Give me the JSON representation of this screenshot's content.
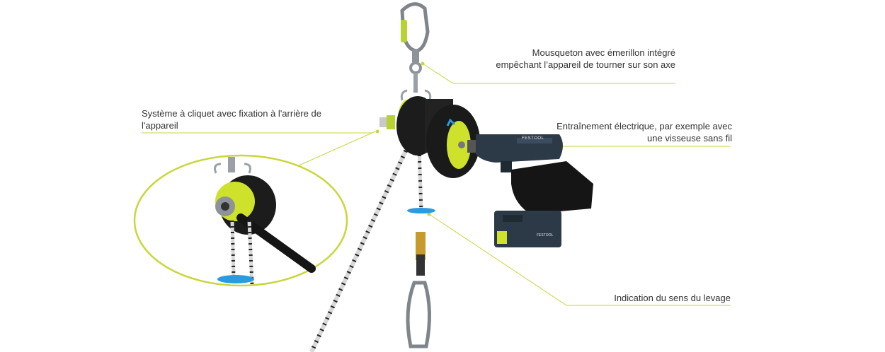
{
  "colors": {
    "accent": "#c9d63a",
    "device_body": "#1c1c1c",
    "lime": "#cfe22b",
    "blue_marker": "#2a9be0",
    "text": "#333333"
  },
  "callouts": {
    "carabiner": "Mousqueton avec émerillon intégré empêchant l’appareil de tourner sur son axe",
    "ratchet": "Système à cliquet avec fixation à l'arrière de l'appareil",
    "drive": "Entraînement électrique, par exemple avec une visseuse sans fil",
    "direction": "Indication du sens du levage"
  },
  "drill_brand": "FESTOOL",
  "battery_brand": "FESTOOL"
}
